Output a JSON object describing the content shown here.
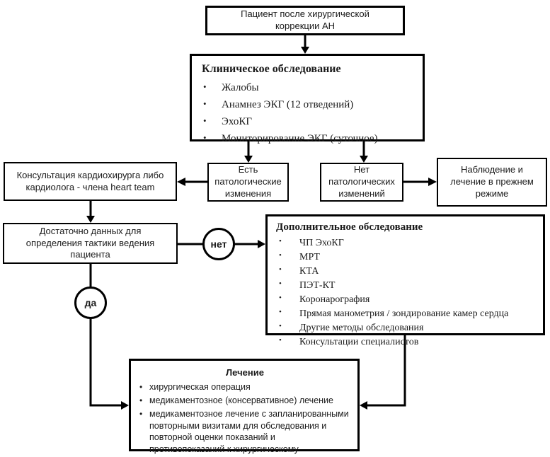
{
  "glyphs": {
    "bullet": "•"
  },
  "colors": {
    "background": "#ffffff",
    "line": "#000000",
    "text": "#1a1a1a",
    "box_fill": "#ffffff"
  },
  "nodes": {
    "patient": {
      "text": "Пациент после хирургической коррекции АН"
    },
    "clinical": {
      "title": "Клиническое обследование",
      "items": [
        "Жалобы",
        "Анамнез ЭКГ (12 отведений)",
        "ЭхоКГ",
        "Мониторирование ЭКГ (суточное)"
      ]
    },
    "consult": {
      "text": "Консультация кардиохирурга либо кардиолога - члена heart team"
    },
    "changes_found": {
      "text": "Есть патологические изменения"
    },
    "no_changes": {
      "text": "Нет патологических изменений"
    },
    "observation": {
      "text": "Наблюдение и лечение в прежнем режиме"
    },
    "enough_data": {
      "text": "Достаточно данных для определения тактики ведения пациента"
    },
    "no_label": "нет",
    "yes_label": "да",
    "additional": {
      "title": "Дополнительное обследование",
      "items": [
        "ЧП ЭхоКГ",
        "МРТ",
        "КТА",
        "ПЭТ-КТ",
        "Коронарография",
        "Прямая манометрия / зондирование камер сердца",
        "Другие методы обследования",
        "Консультации специалистов"
      ]
    },
    "treatment": {
      "title": "Лечение",
      "items": [
        "хирургическая операция",
        "медикаментозное (консервативное) лечение",
        "медикаментозное лечение с запланированными повторными визитами для обследования и повторной оценки показаний и противопоказаний к хирургическому вмешательству"
      ]
    }
  }
}
